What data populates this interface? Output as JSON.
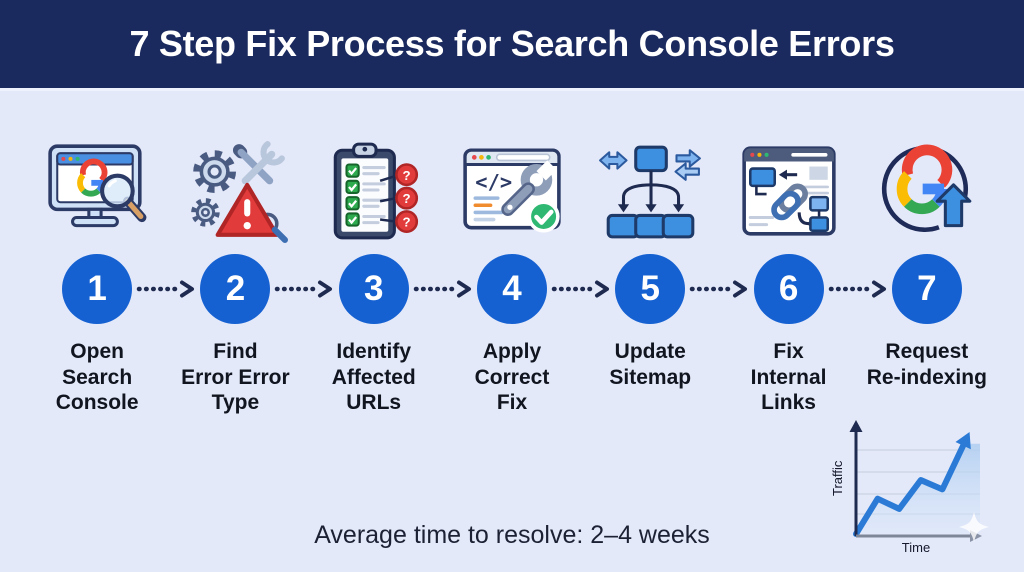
{
  "header": {
    "title": "7 Step Fix Process for Search Console Errors"
  },
  "steps": [
    {
      "number": "1",
      "label": "Open\nSearch\nConsole",
      "icon": "monitor-google-search-icon"
    },
    {
      "number": "2",
      "label": "Find\nError Error\nType",
      "icon": "gears-warning-tools-icon"
    },
    {
      "number": "3",
      "label": "Identify\nAffected\nURLs",
      "icon": "checklist-questions-icon"
    },
    {
      "number": "4",
      "label": "Apply\nCorrect\nFix",
      "icon": "code-wrench-check-icon"
    },
    {
      "number": "5",
      "label": "Update\nSitemap",
      "icon": "sitemap-icon"
    },
    {
      "number": "6",
      "label": "Fix\nInternal\nLinks",
      "icon": "internal-links-icon"
    },
    {
      "number": "7",
      "label": "Request\nRe-indexing",
      "icon": "google-reindex-arrow-icon"
    }
  ],
  "footer": {
    "average_time_text": "Average time to resolve: 2–4 weeks"
  },
  "decor": {
    "question_mark": "?",
    "code_glyph": "</>"
  },
  "chart_data": {
    "type": "line",
    "title": "",
    "xlabel": "Time",
    "ylabel": "Traffic",
    "x": [
      0,
      1,
      2,
      3,
      4,
      5
    ],
    "values": [
      0,
      38,
      27,
      58,
      48,
      97
    ],
    "ylim": [
      0,
      100
    ],
    "grid": true,
    "legend": "none",
    "note_style": "decorative upward trend with arrowhead"
  },
  "colors": {
    "header_bg": "#1b2a5e",
    "body_bg": "#e4e9fa",
    "step_circle": "#1561d2",
    "connector": "#1e2a4f",
    "trend_line": "#2b7bd6",
    "alert_red": "#e23b3b",
    "success_green": "#2eb872"
  }
}
